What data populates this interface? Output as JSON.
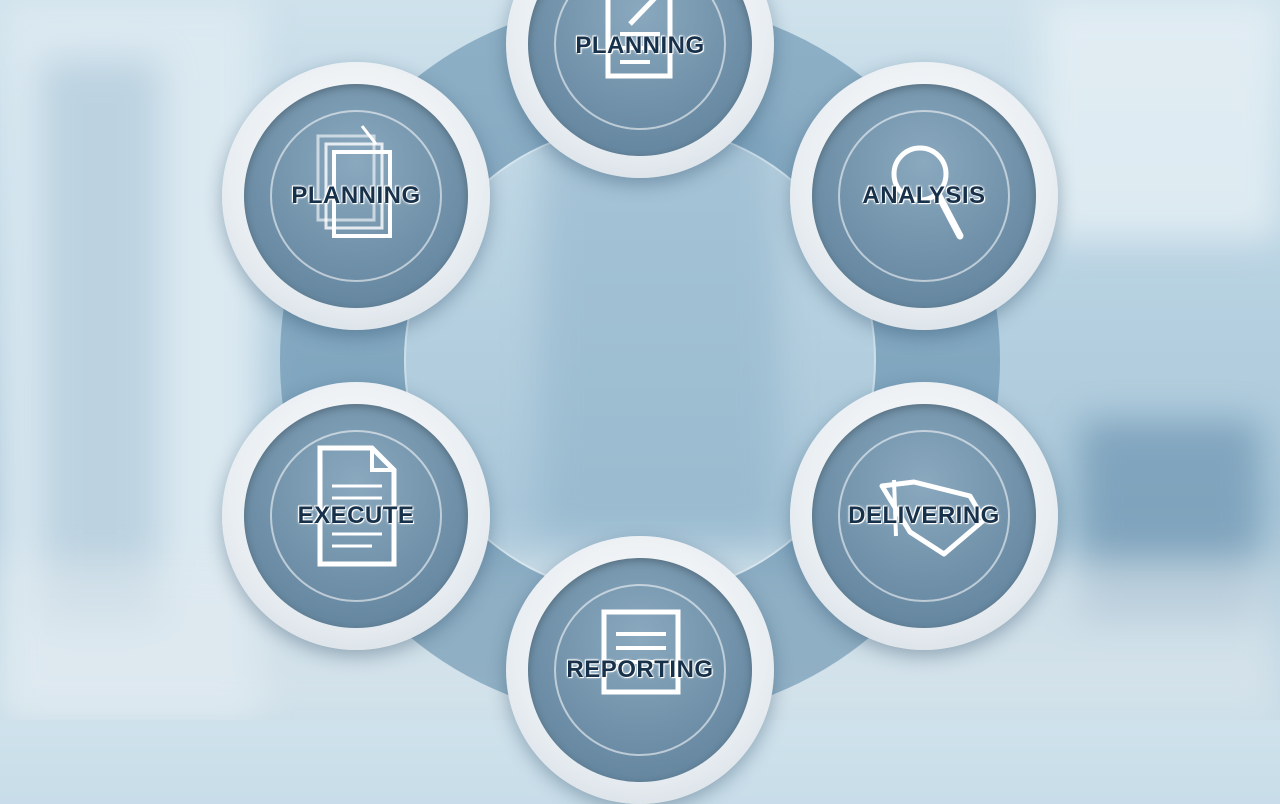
{
  "diagram": {
    "nodes": [
      {
        "id": "top",
        "label": "PLANNING",
        "icon": "document-arrow-icon"
      },
      {
        "id": "left-top",
        "label": "PLANNING",
        "icon": "documents-stack-icon"
      },
      {
        "id": "right-top",
        "label": "ANALYSIS",
        "icon": "magnifier-icon"
      },
      {
        "id": "left-bottom",
        "label": "EXECUTE",
        "icon": "document-icon"
      },
      {
        "id": "right-bottom",
        "label": "DELIVERING",
        "icon": "handshake-icon"
      },
      {
        "id": "bottom",
        "label": "REPORTING",
        "icon": "report-icon"
      }
    ],
    "colors": {
      "ring": "#5a87a5",
      "disc": "#6f90a8",
      "label": "#18314a"
    }
  }
}
